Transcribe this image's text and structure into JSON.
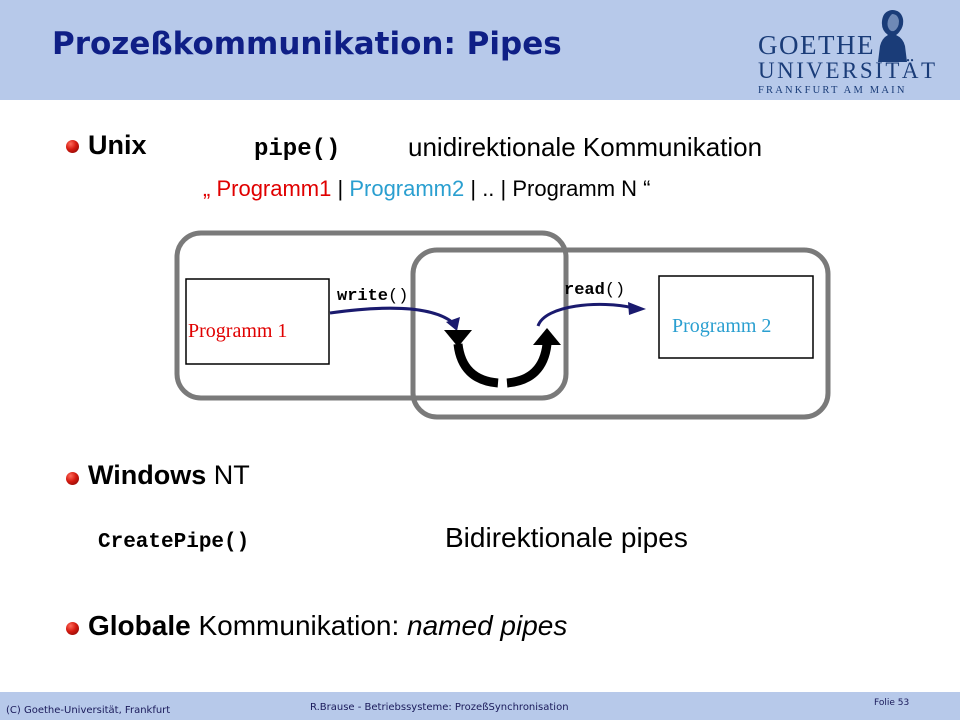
{
  "slide": {
    "title": "Prozeßkommunikation: Pipes",
    "logo": {
      "line1": "GOETHE",
      "line2": "UNIVERSITÄT",
      "line3": "FRANKFURT AM MAIN"
    }
  },
  "unix": {
    "label": "Unix",
    "call": "pipe()",
    "description": "unidirektionale Kommunikation",
    "cmd_open": "„ ",
    "cmd_prog1": "Programm1",
    "cmd_sep1": " | ",
    "cmd_prog2": "Programm2",
    "cmd_rest": " | .. | Programm N “"
  },
  "diagram": {
    "prog1": "Programm 1",
    "prog2": "Programm 2",
    "write_call": "write",
    "read_call": "read",
    "parens": "()"
  },
  "windows": {
    "label": "Windows",
    "suffix": " NT",
    "call": "CreatePipe()",
    "description": "Bidirektionale pipes"
  },
  "global": {
    "label": "Globale",
    "text": " Kommunikation: ",
    "italic": "named pipes"
  },
  "footer": {
    "left": "(C) Goethe-Universität, Frankfurt",
    "center": "R.Brause - Betriebssysteme: ProzeßSynchronisation",
    "folie_label": "Folie",
    "folie_number": "53"
  },
  "colors": {
    "title": "#0f1f86",
    "header_bg": "#b7c9ea",
    "bullet": "#d41a10",
    "prog1": "#e00000",
    "prog2": "#2a9fd0",
    "arrow": "#1a1a6e"
  }
}
